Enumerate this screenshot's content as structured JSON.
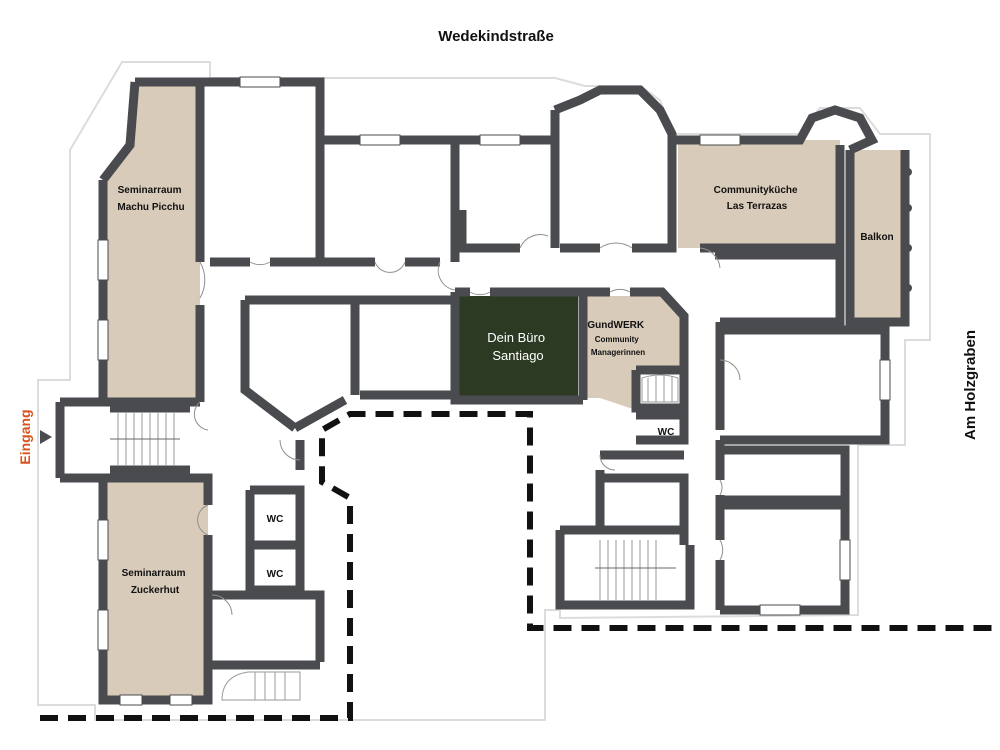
{
  "plan": {
    "streets": {
      "top": "Wedekindstraße",
      "right": "Am Holzgraben"
    },
    "entrance": "Eingang",
    "rooms": {
      "machu_picchu": [
        "Seminarraum",
        "Machu Picchu"
      ],
      "zuckerhut": [
        "Seminarraum",
        "Zuckerhut"
      ],
      "kueche": [
        "Communityküche",
        "Las Terrazas"
      ],
      "balkon": "Balkon",
      "buero": [
        "Dein Büro",
        "Santiago"
      ],
      "gundwerk": [
        "GundWERK",
        "Community",
        "Managerinnen"
      ],
      "wc_1": "WC",
      "wc_2": "WC",
      "wc_3": "WC"
    },
    "colors": {
      "wall": "#4a4b4f",
      "highlight_room": "#d8cbb9",
      "selected_office": "#2c3a23",
      "entrance_text": "#d9531e",
      "boundary": "#111111"
    }
  }
}
